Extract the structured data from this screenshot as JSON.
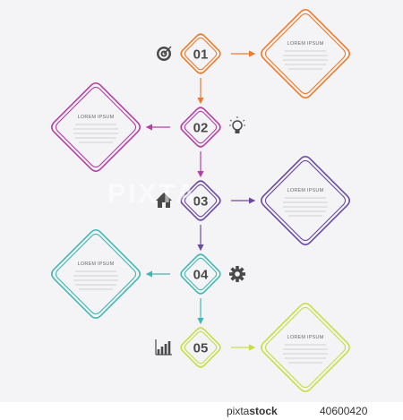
{
  "colors": {
    "orange": "#f07a2b",
    "magenta": "#b43fa8",
    "purple": "#6a4aa5",
    "teal": "#43b8b3",
    "lime": "#c8dd45",
    "icon": "#4a4a4a",
    "placeholder_line": "#dcdcdc"
  },
  "steps": [
    {
      "number": "01",
      "color": "orange",
      "box_side": "right",
      "box_title": "LOREM IPSUM",
      "icon": "target-icon"
    },
    {
      "number": "02",
      "color": "magenta",
      "box_side": "left",
      "box_title": "LOREM IPSUM",
      "icon": "lightbulb-icon"
    },
    {
      "number": "03",
      "color": "purple",
      "box_side": "right",
      "box_title": "LOREM IPSUM",
      "icon": "house-icon"
    },
    {
      "number": "04",
      "color": "teal",
      "box_side": "left",
      "box_title": "LOREM IPSUM",
      "icon": "gear-icon"
    },
    {
      "number": "05",
      "color": "lime",
      "box_side": "right",
      "box_title": "LOREM IPSUM",
      "icon": "bar-chart-icon"
    }
  ],
  "footer": {
    "brand_light": "pixta",
    "brand_bold": "stock",
    "image_id": "40600420"
  }
}
